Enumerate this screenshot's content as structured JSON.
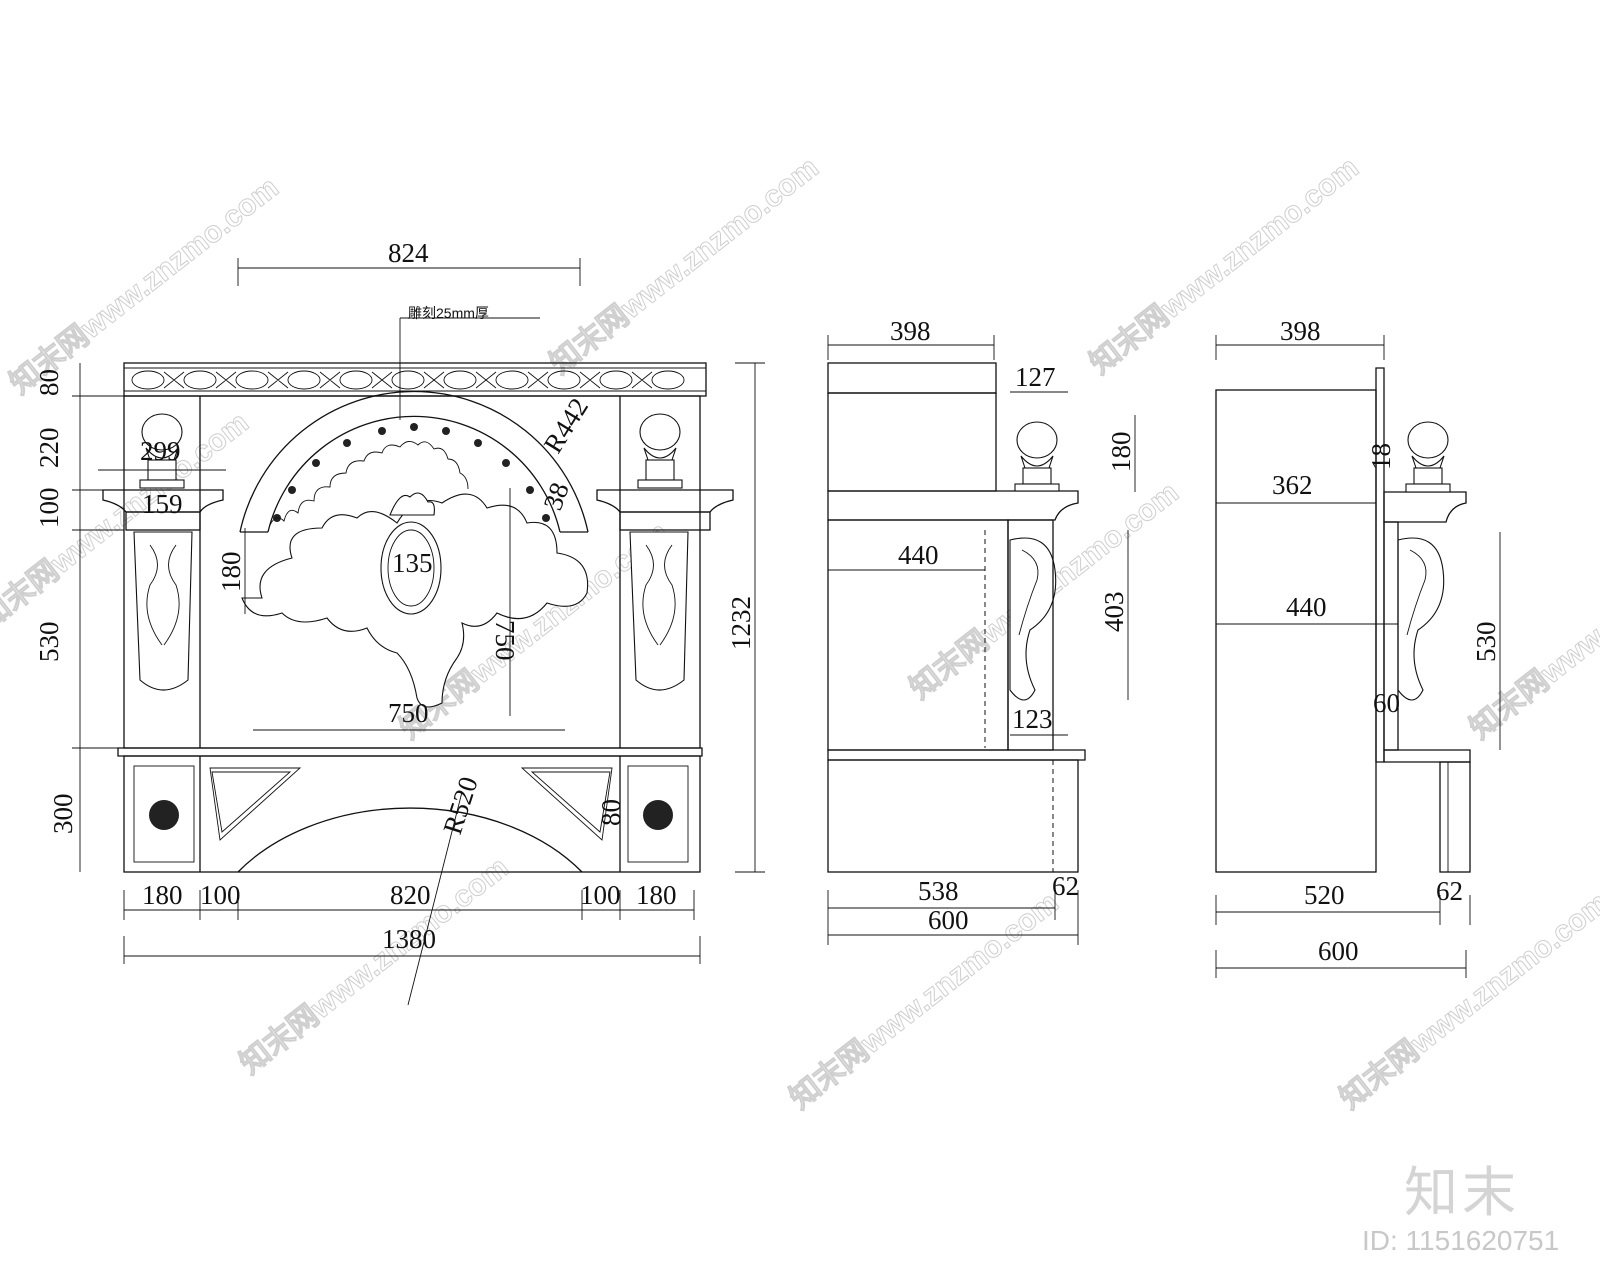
{
  "front_view": {
    "dims": {
      "top_width": "824",
      "carving_note": "雕刻25mm厚",
      "h80": "80",
      "h220": "220",
      "h100": "100",
      "h530": "530",
      "h300": "300",
      "total_height": "1232",
      "col_width_299": "299",
      "col_width_159": "159",
      "arch_radius": "R442",
      "arch_band": "38",
      "center_oval": "135",
      "carving_height": "180",
      "carving_vert": "750",
      "carving_width": "750",
      "lower_radius": "R520",
      "lower_80": "80",
      "bottom_180_left": "180",
      "bottom_100_left": "100",
      "bottom_820": "820",
      "bottom_100_right": "100",
      "bottom_180_right": "180",
      "total_width": "1380"
    }
  },
  "side_view_1": {
    "dims": {
      "top_398": "398",
      "w127": "127",
      "h180": "180",
      "w440": "440",
      "h403": "403",
      "w123": "123",
      "w538": "538",
      "w62": "62",
      "w600": "600"
    }
  },
  "side_view_2": {
    "dims": {
      "top_398": "398",
      "w18": "18",
      "w362": "362",
      "w440": "440",
      "h530": "530",
      "w60": "60",
      "w520": "520",
      "w62": "62",
      "w600": "600"
    }
  },
  "watermark": {
    "text": "知末网www.znzmo.com",
    "logo": "知末",
    "id_label": "ID: 1151620751"
  }
}
